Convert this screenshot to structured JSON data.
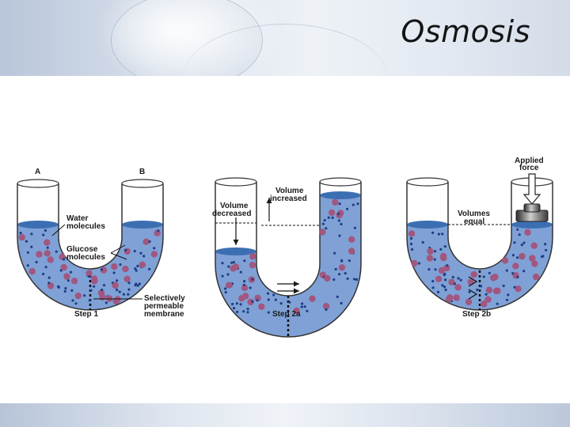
{
  "title": "Osmosis",
  "labels": {
    "tube_a": "A",
    "tube_b": "B",
    "water_1": "Water",
    "water_2": "molecules",
    "glucose_1": "Glucose",
    "glucose_2": "molecules",
    "membrane_1": "Selectively",
    "membrane_2": "permeable",
    "membrane_3": "membrane",
    "step1": "Step 1",
    "vol_dec_1": "Volume",
    "vol_dec_2": "decreased",
    "vol_inc_1": "Volume",
    "vol_inc_2": "increased",
    "step2a": "Step 2a",
    "volumes_1": "Volumes",
    "volumes_2": "equal",
    "applied_1": "Applied",
    "applied_2": "force",
    "step2b": "Step 2b"
  },
  "colors": {
    "liquid": "#7fa1d6",
    "liquid_top": "#3c6fb2",
    "water_molecule": "#1e3f86",
    "glucose_molecule": "#a1577f",
    "tube_wall": "#333333"
  }
}
